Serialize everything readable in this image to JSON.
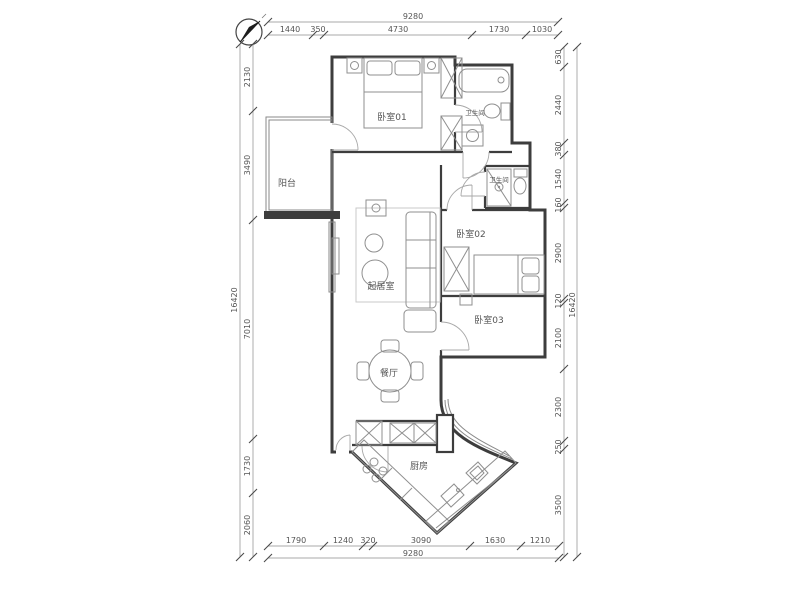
{
  "drawing": {
    "type": "apartment floor plan",
    "compass_icon": "north-arrow"
  },
  "rooms": {
    "balcony": "阳台",
    "bedroom1": "卧室01",
    "bath1": "卫生间",
    "bath2": "卫生间",
    "bedroom2": "卧室02",
    "living_room": "起居室",
    "bedroom3": "卧室03",
    "dining_room": "餐厅",
    "kitchen": "厨房"
  },
  "dimensions": {
    "top": {
      "total": "9280",
      "segments": [
        "1440",
        "350",
        "4730",
        "1730",
        "1030"
      ]
    },
    "bottom": {
      "total": "9280",
      "segments": [
        "1790",
        "1240",
        "320",
        "3090",
        "1630",
        "1210"
      ]
    },
    "left": {
      "total": "16420",
      "segments": [
        "2130",
        "3490",
        "7010",
        "1730",
        "2060"
      ]
    },
    "right": {
      "total": "16420",
      "segments": [
        "630",
        "2440",
        "380",
        "1540",
        "160",
        "2900",
        "120",
        "2100",
        "2300",
        "250",
        "3500"
      ]
    }
  },
  "colors": {
    "background": "#ffffff",
    "walls": "#3d3d3d",
    "furniture": "#8f8f8f",
    "dimension_lines": "#8c8c8c",
    "text": "#555555"
  }
}
